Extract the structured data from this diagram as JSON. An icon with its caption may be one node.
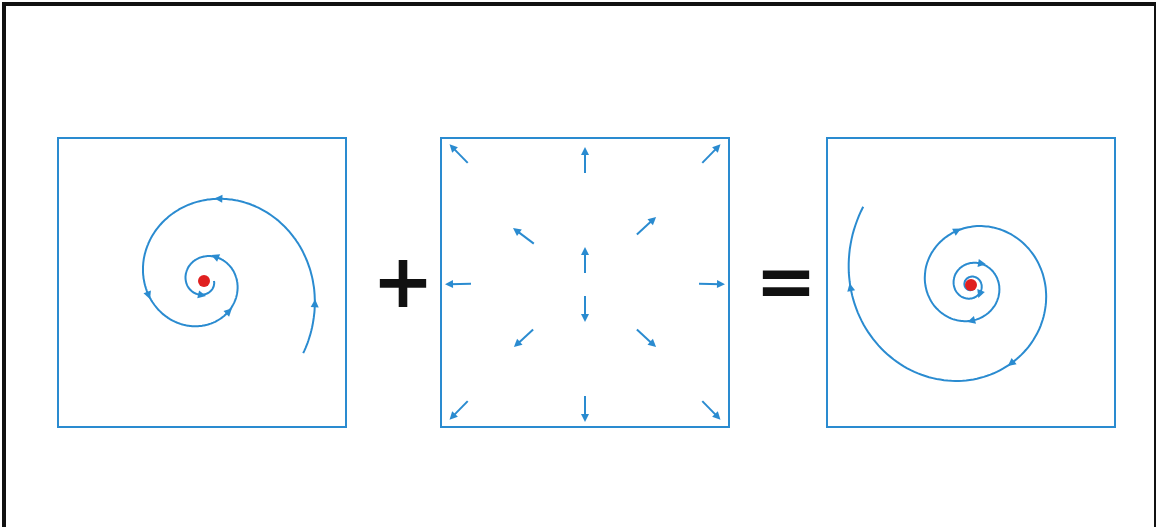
{
  "diagram": {
    "nodes": [
      {
        "text": [],
        "shape": "picture"
      },
      {
        "text": [],
        "shape": "picture"
      },
      {
        "text": [],
        "shape": "picture"
      }
    ],
    "labels": [
      "+",
      "="
    ]
  }
}
